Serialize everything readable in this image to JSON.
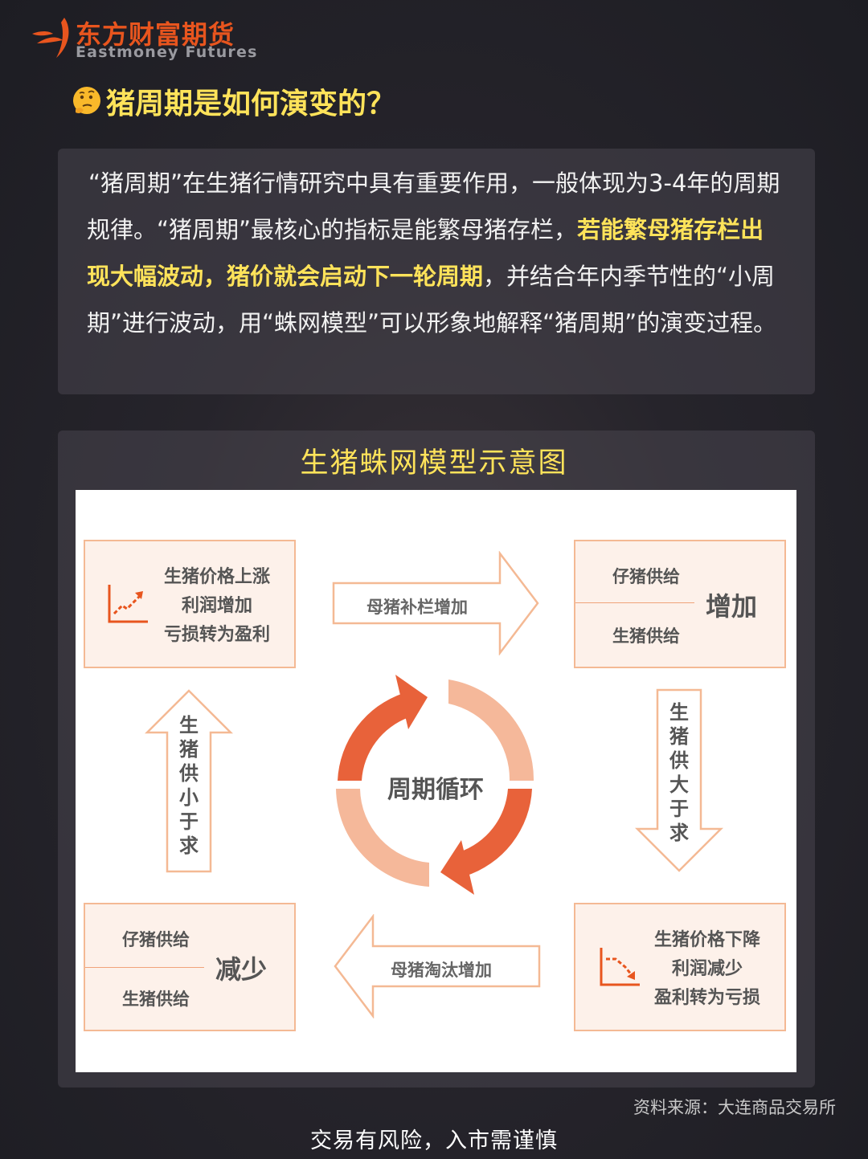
{
  "brand": {
    "name_cn": "东方财富期货",
    "name_en": "Eastmoney Futures",
    "color": "#e8551e"
  },
  "heading": {
    "icon": "thinking-face-icon",
    "text": "猪周期是如何演变的？"
  },
  "intro": {
    "part1": "“猪周期”在生猪行情研究中具有重要作用，一般体现为3-4年的周期规律。“猪周期”最核心的指标是能繁母猪存栏，",
    "highlight": "若能繁母猪存栏出现大幅波动，猪价就会启动下一轮周期",
    "part2": "，并结合年内季节性的“小周期”进行波动，用“蛛网模型”可以形象地解释“猪周期”的演变过程。"
  },
  "diagram": {
    "title": "生猪蛛网模型示意图",
    "top_left": {
      "icon": "rising-chart-icon",
      "lines": [
        "生猪价格上涨",
        "利润增加",
        "亏损转为盈利"
      ]
    },
    "top_arrow": "母猪补栏增加",
    "top_right": {
      "upper": "仔猪供给",
      "lower": "生猪供给",
      "big": "增加"
    },
    "right_arrow": [
      "生",
      "猪",
      "供",
      "大",
      "于",
      "求"
    ],
    "left_arrow": [
      "生",
      "猪",
      "供",
      "小",
      "于",
      "求"
    ],
    "center": "周期循环",
    "bottom_left": {
      "upper": "仔猪供给",
      "lower": "生猪供给",
      "big": "减少"
    },
    "bottom_arrow": "母猪淘汰增加",
    "bottom_right": {
      "icon": "falling-chart-icon",
      "lines": [
        "生猪价格下降",
        "利润减少",
        "盈利转为亏损"
      ]
    },
    "accent": "#e8551e",
    "accent_light": "#f4b994"
  },
  "footer": {
    "source": "资料来源：大连商品交易所",
    "risk": "交易有风险，入市需谨慎"
  }
}
